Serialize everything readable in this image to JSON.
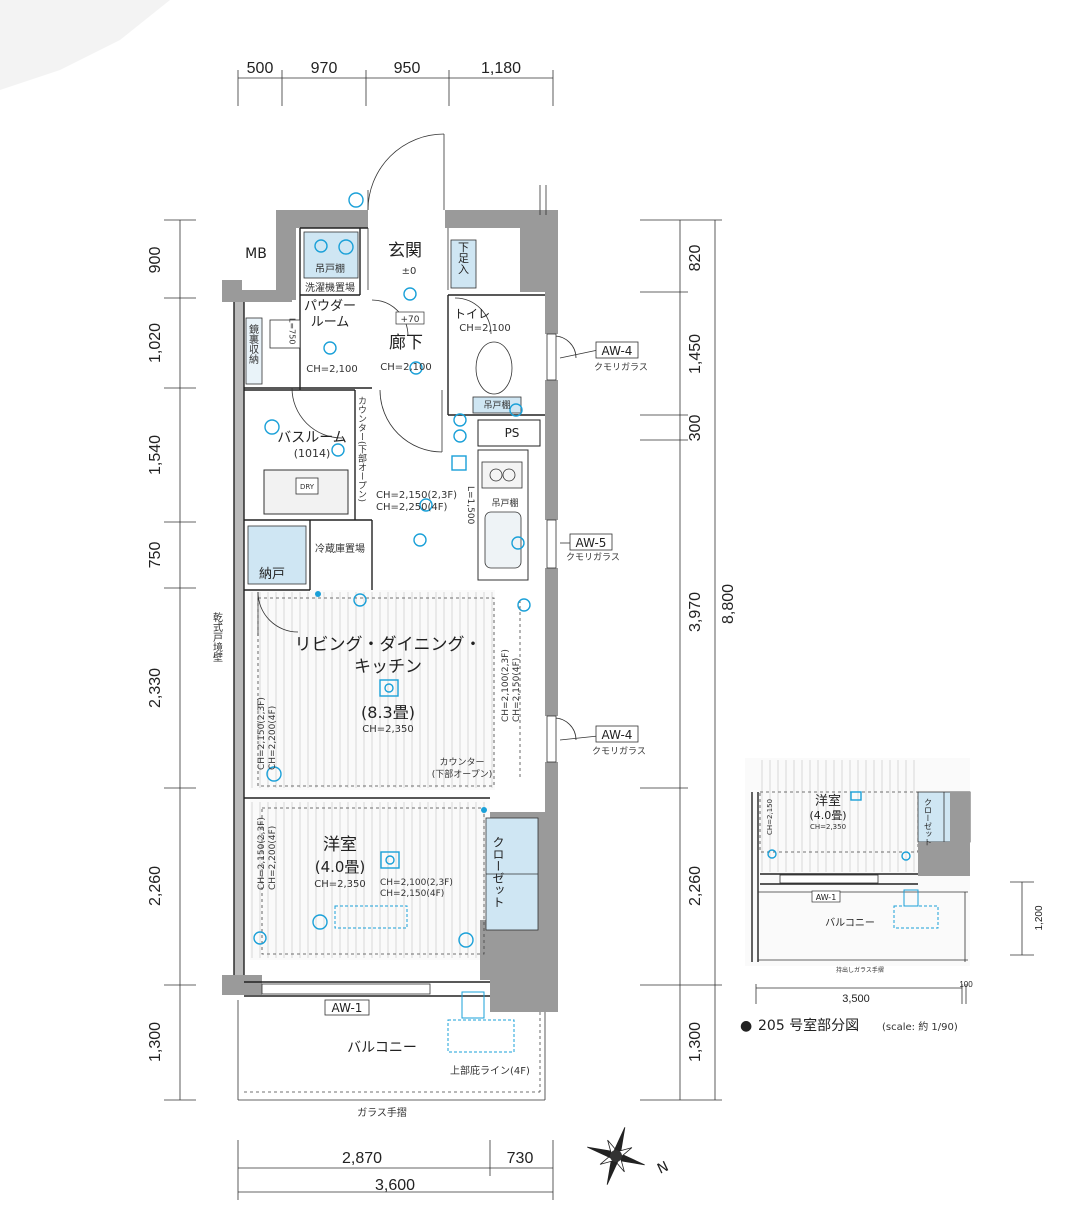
{
  "top_dims": [
    "500",
    "970",
    "950",
    "1,180"
  ],
  "bottom_dims": {
    "a": "2,870",
    "b": "730",
    "total": "3,600"
  },
  "left_dims": [
    "900",
    "1,020",
    "1,540",
    "750",
    "2,330",
    "2,260",
    "1,300"
  ],
  "right_dims": {
    "d820": "820",
    "d1450": "1,450",
    "d300": "300",
    "d3970": "3,970",
    "d8800": "8,800",
    "d2260": "2,260",
    "d1300": "1,300"
  },
  "rooms": {
    "mb": "MB",
    "genkan": "玄関",
    "genkan_level": "±0",
    "shoe_box": "下足入",
    "tsuritodana": "吊戸棚",
    "laundry": "洗濯機置場",
    "powder": "パウダー",
    "powder2": "ルーム",
    "powder_ch": "CH=2,100",
    "mirror_storage": "鏡裏収納",
    "l750": "L=750",
    "rouka": "廊下",
    "rouka_ch": "CH=2,100",
    "rouka_level": "+70",
    "toilet": "トイレ",
    "toilet_ch": "CH=2,100",
    "toilet_shelf": "吊戸棚",
    "bath": "バスルーム",
    "bath_size": "(1014)",
    "dry": "DRY",
    "counter_vertical": "カウンター(下部オープン)",
    "ps": "PS",
    "kitchen_ch1": "CH=2,150(2,3F)",
    "kitchen_ch2": "CH=2,250(4F)",
    "kitchen_shelf": "吊戸棚",
    "l1500": "L=1,500",
    "storage": "納戸",
    "fridge": "冷蔵庫置場",
    "ldk1": "リビング・ダイニング・",
    "ldk2": "キッチン",
    "ldk_size": "(8.3畳)",
    "ldk_ch": "CH=2,350",
    "ldk_left_ch1": "CH=2,150(2,3F)",
    "ldk_left_ch2": "CH=2,200(4F)",
    "ldk_right_ch1": "CH=2,100(2,3F)",
    "ldk_right_ch2": "CH=2,150(4F)",
    "counter": "カウンター",
    "counter2": "(下部オープン)",
    "youshitsu": "洋室",
    "youshitsu_size": "(4.0畳)",
    "youshitsu_ch": "CH=2,350",
    "youshitsu_left_ch1": "CH=2,150(2,3F)",
    "youshitsu_left_ch2": "CH=2,200(4F)",
    "youshitsu_ch_b1": "CH=2,100(2,3F)",
    "youshitsu_ch_b2": "CH=2,150(4F)",
    "closet": "クローゼット",
    "balcony": "バルコニー",
    "upper_eave": "上部庇ライン(4F)",
    "glass_rail": "ガラス手摺",
    "dry_wall": "乾式戸境壁"
  },
  "windows": {
    "aw4_top": "AW-4",
    "aw4_top_note": "クモリガラス",
    "aw5": "AW-5",
    "aw5_note": "クモリガラス",
    "aw4_bottom": "AW-4",
    "aw4_bottom_note": "クモリガラス",
    "aw1": "AW-1"
  },
  "inset": {
    "room": "洋室",
    "size": "(4.0畳)",
    "ch": "CH=2,350",
    "ch_side": "CH=2,150",
    "closet": "クローゼット",
    "aw1": "AW-1",
    "balcony": "バルコニー",
    "rail": "持出しガラス手摺",
    "dim_w": "3,500",
    "dim_100": "100",
    "dim_h": "1,200",
    "caption_bullet": "●",
    "caption_main": "205 号室部分図",
    "caption_scale": "(scale: 約 1/90)"
  },
  "compass": "N",
  "colors": {
    "accent": "#1aa0d8",
    "wall": "#9a9a9a",
    "fixture": "#cfe6f3"
  }
}
